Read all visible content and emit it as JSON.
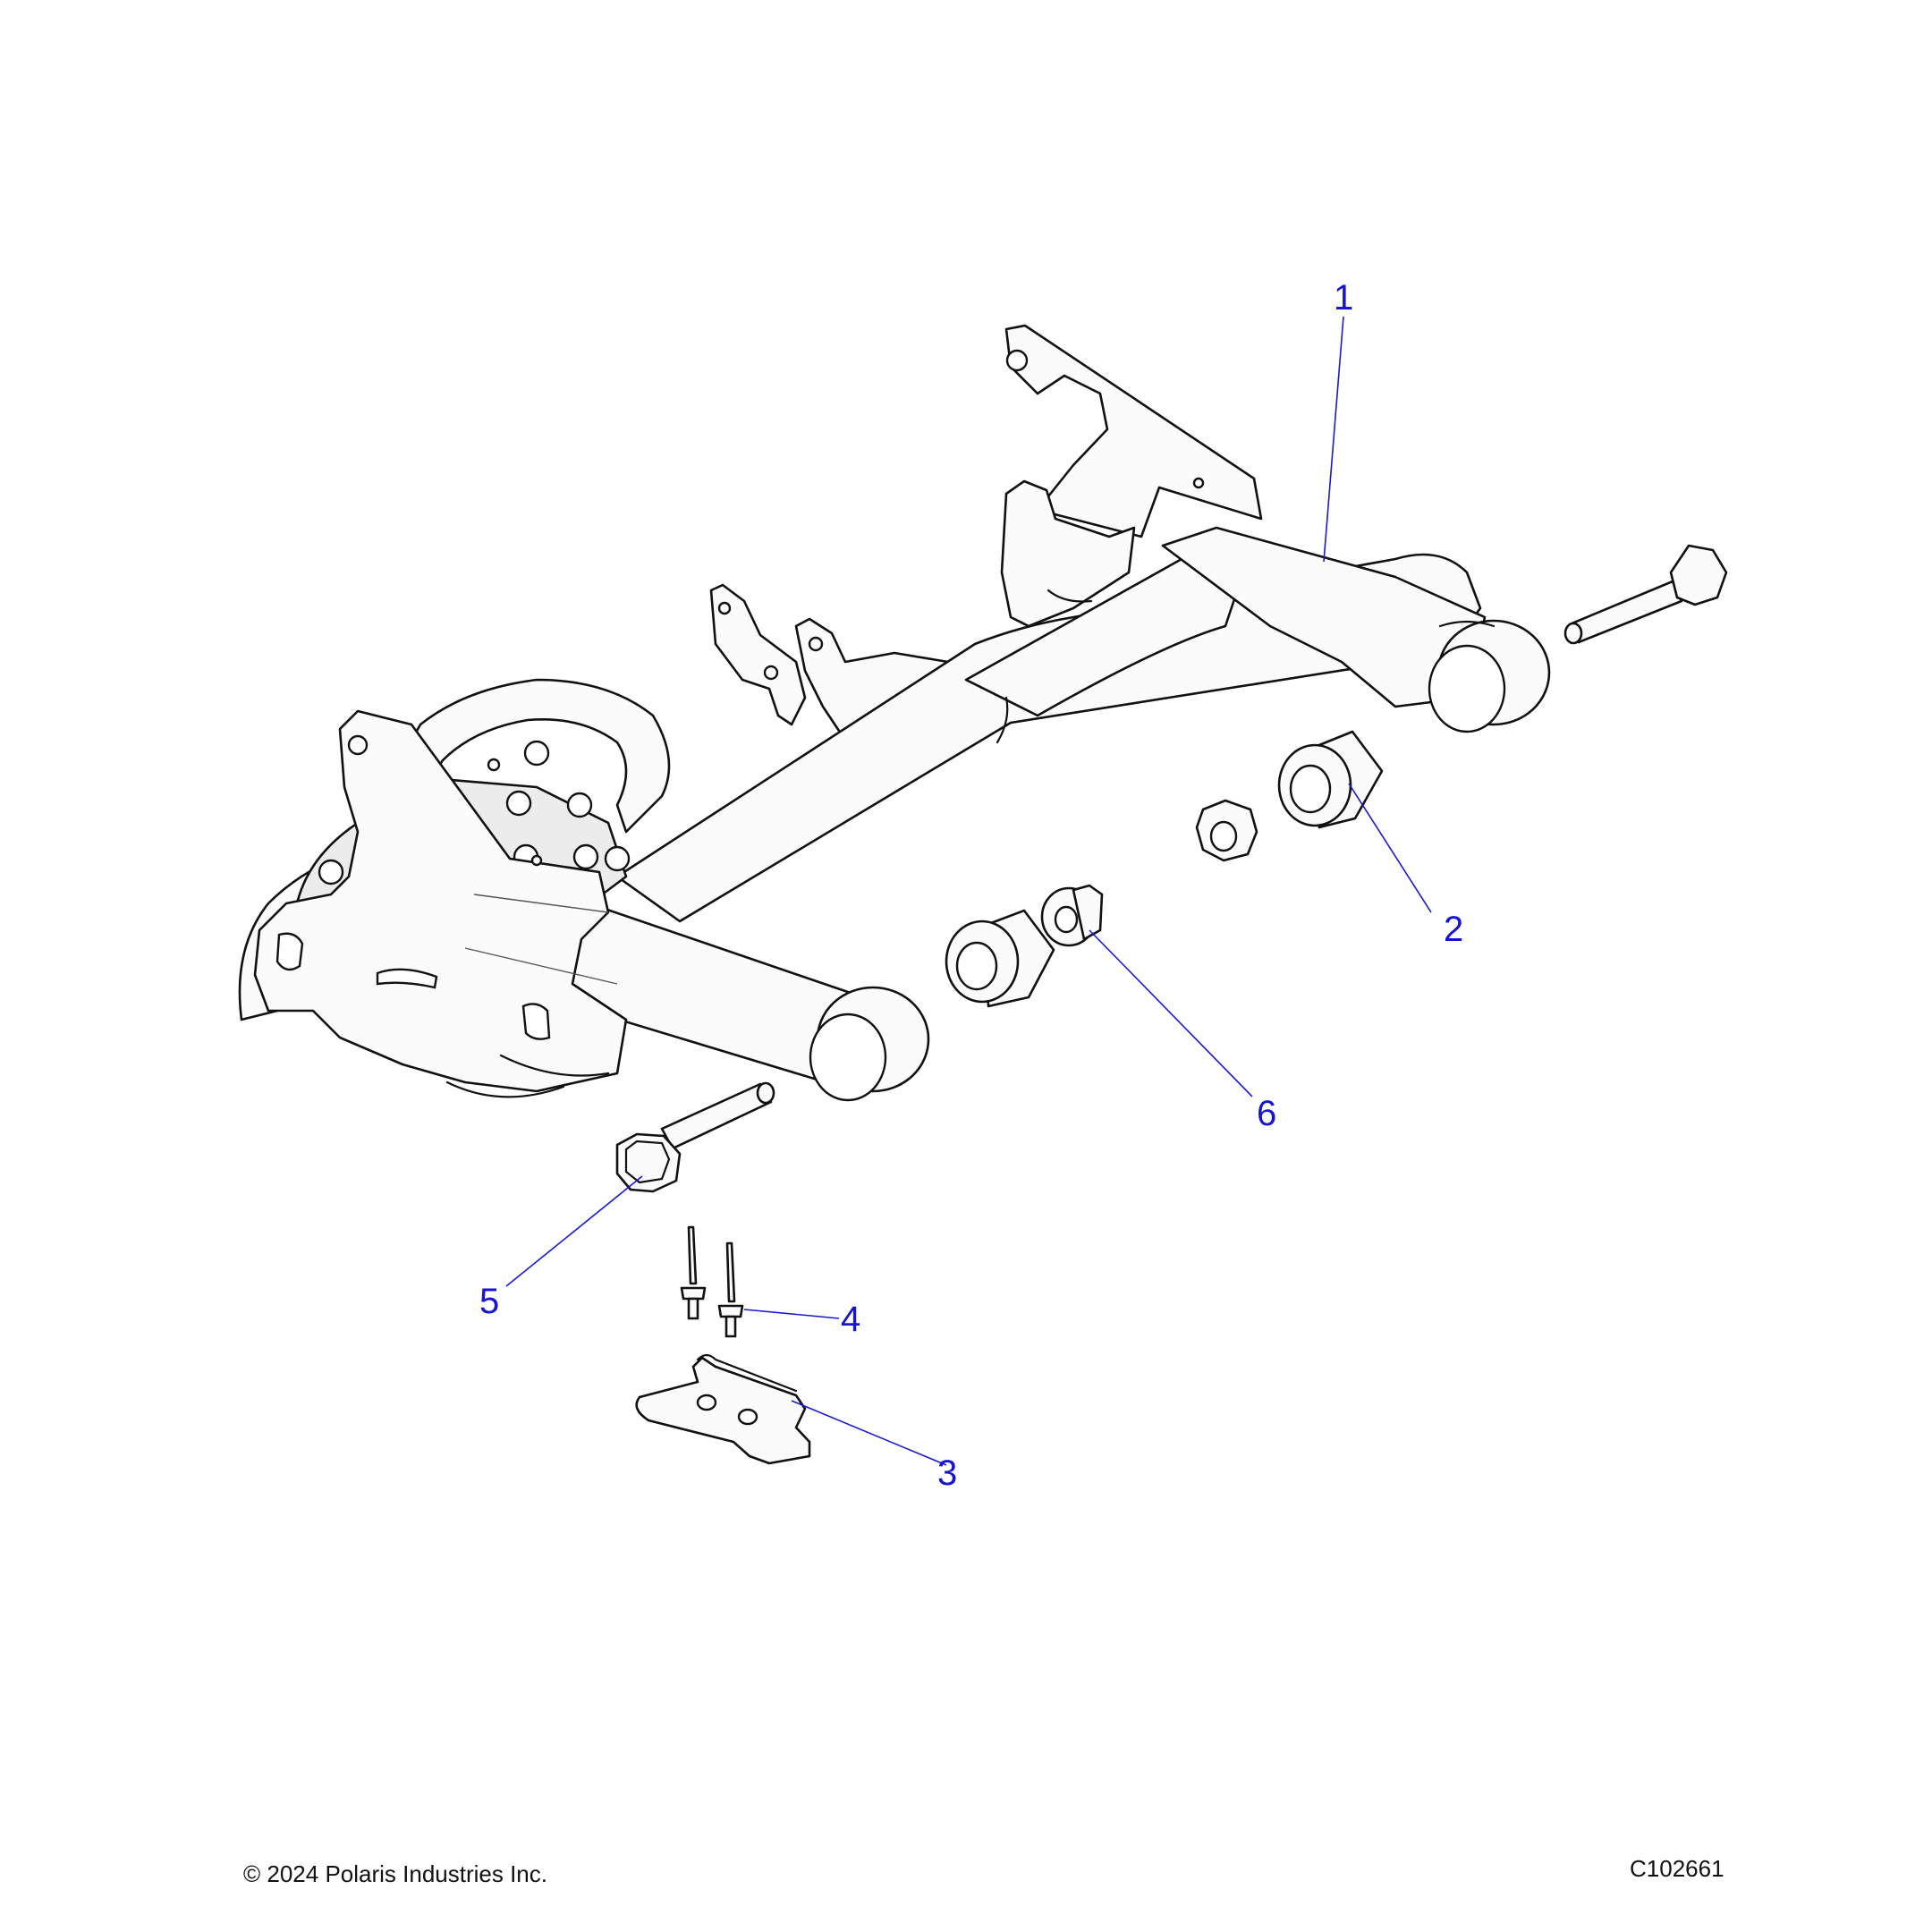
{
  "diagram": {
    "callouts": [
      {
        "id": "1",
        "label": "1"
      },
      {
        "id": "2",
        "label": "2"
      },
      {
        "id": "3",
        "label": "3"
      },
      {
        "id": "4",
        "label": "4"
      },
      {
        "id": "5",
        "label": "5"
      },
      {
        "id": "6",
        "label": "6"
      }
    ],
    "colors": {
      "callout": "#1414d2",
      "leader": "#1a1acd",
      "outline": "#111111",
      "part_fill": "#fbfbfb"
    }
  },
  "footer": {
    "copyright": "© 2024 Polaris Industries Inc.",
    "drawing_id": "C102661"
  }
}
